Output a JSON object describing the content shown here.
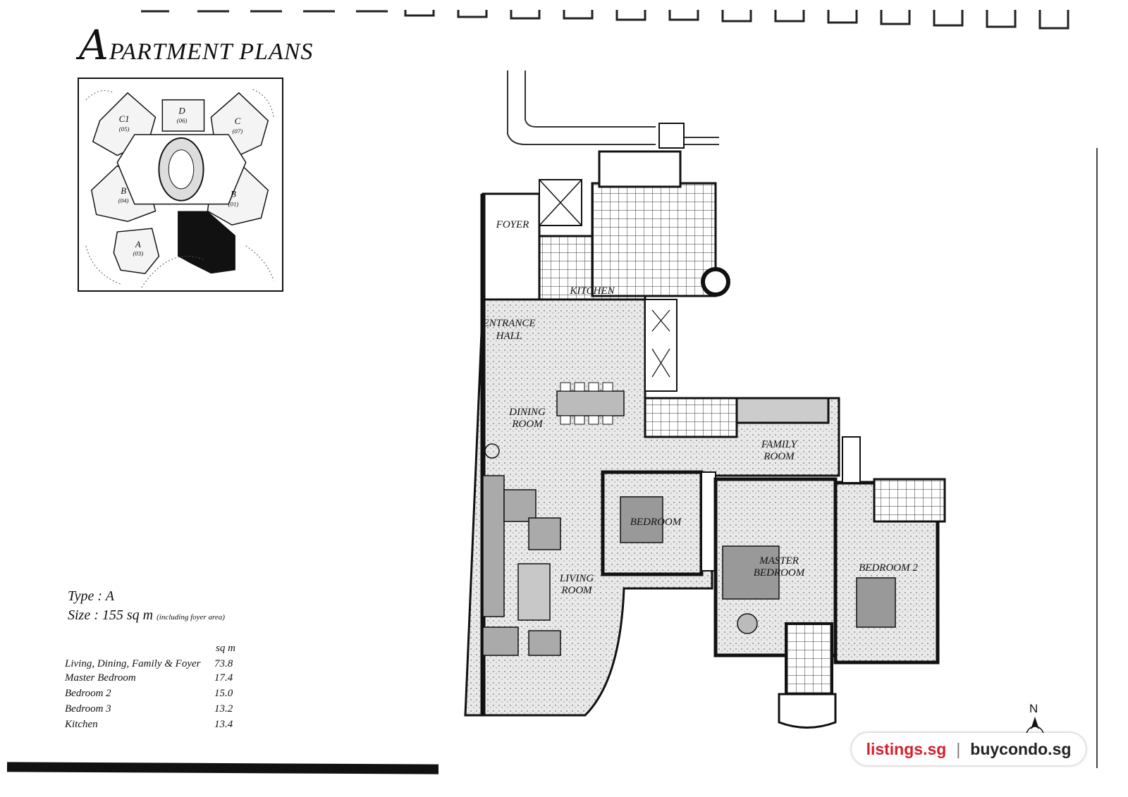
{
  "title": {
    "first_letter": "A",
    "rest": "PARTMENT PLANS"
  },
  "key_plan": {
    "units": [
      {
        "label": "C1",
        "number": "(05)"
      },
      {
        "label": "D",
        "number": "(06)"
      },
      {
        "label": "C",
        "number": "(07)"
      },
      {
        "label": "B",
        "number": "(04)"
      },
      {
        "label": "B",
        "number": "(01)"
      },
      {
        "label": "A",
        "number": "(03)"
      }
    ]
  },
  "floor_plan": {
    "rooms": {
      "foyer": "FOYER",
      "kitchen": "KITCHEN",
      "entrance1": "ENTRANCE",
      "entrance2": "HALL",
      "dining1": "DINING",
      "dining2": "ROOM",
      "family1": "FAMILY",
      "family2": "ROOM",
      "bedroom": "BEDROOM",
      "master1": "MASTER",
      "master2": "BEDROOM",
      "bedroom2": "BEDROOM 2",
      "living1": "LIVING",
      "living2": "ROOM"
    },
    "north_label": "N"
  },
  "type_info": {
    "type_label": "Type :",
    "type_value": "A",
    "size_label": "Size :",
    "size_value": "155 sq m",
    "size_note": "(including foyer area)"
  },
  "areas": {
    "unit": "sq m",
    "items": [
      {
        "name": "Living, Dining, Family & Foyer",
        "value": "73.8"
      },
      {
        "name": "Master Bedroom",
        "value": "17.4"
      },
      {
        "name": "Bedroom 2",
        "value": "15.0"
      },
      {
        "name": "Bedroom 3",
        "value": "13.2"
      },
      {
        "name": "Kitchen",
        "value": "13.4"
      }
    ]
  },
  "watermark": {
    "left": "listings.sg",
    "separator": "|",
    "right": "buycondo.sg"
  }
}
